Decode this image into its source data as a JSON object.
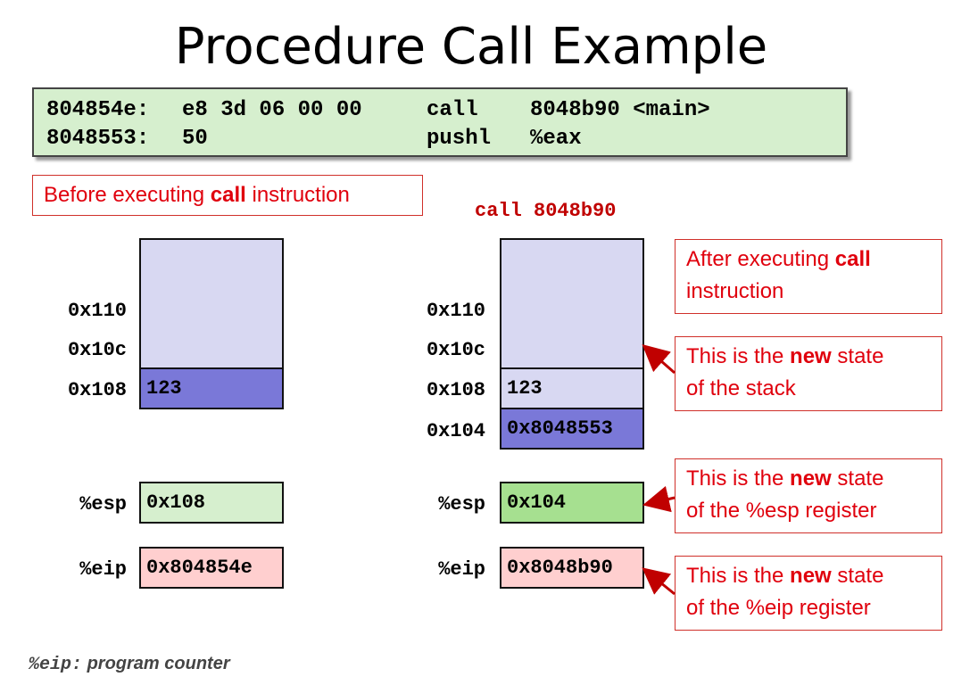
{
  "title": "Procedure Call Example",
  "code": {
    "line1": {
      "addr": "804854e:",
      "bytes": "e8 3d 06 00 00",
      "op": "call",
      "arg": "8048b90 <main>"
    },
    "line2": {
      "addr": "8048553:",
      "bytes": "50",
      "op": "pushl",
      "arg": "%eax"
    }
  },
  "before_label": {
    "pre": "Before execu\u0000ng ",
    "bold": "call",
    "post": " instruction"
  },
  "call_caption": "call 8048b90",
  "after_label": {
    "pre": "After executing ",
    "bold": "call",
    "post": "instruction"
  },
  "left": {
    "addresses": [
      "0x110",
      "0x10c",
      "0x108"
    ],
    "stack_top_value": "123",
    "esp_label": "%esp",
    "esp_value": "0x108",
    "eip_label": "%eip",
    "eip_value": "0x804854e"
  },
  "right": {
    "addresses": [
      "0x110",
      "0x10c",
      "0x108",
      "0x104"
    ],
    "stack_mid_value": "123",
    "stack_top_value": "0x8048553",
    "esp_label": "%esp",
    "esp_value": "0x104",
    "eip_label": "%eip",
    "eip_value": "0x8048b90"
  },
  "notes": {
    "stack": {
      "pre": "This is the ",
      "bold": "new",
      "post": " state",
      "line2": "of the stack"
    },
    "esp": {
      "pre": "This is the ",
      "bold": "new",
      "post": " state",
      "line2": "of the %esp register"
    },
    "eip": {
      "pre": "This is the ",
      "bold": "new",
      "post": " state",
      "line2": "of the %eip register"
    }
  },
  "footer": {
    "reg": "%eip:",
    "text": "program counter"
  },
  "colors": {
    "red": "#e0000d",
    "stack_top": "#7a78d8",
    "stack_empty": "#d8d8f2",
    "esp": "#d6efce",
    "esp_new": "#a6e090",
    "eip": "#ffcfcf"
  }
}
